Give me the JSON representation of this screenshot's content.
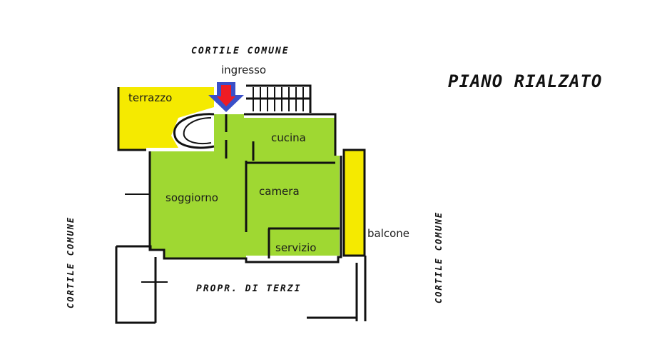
{
  "title": "PIANO RIALZATO",
  "colors": {
    "interior": "#9fd832",
    "exterior_area": "#f5ea00",
    "walls": "#111111",
    "entry_arrow_outer": "#3a50c8",
    "entry_arrow_inner": "#ee1c24"
  },
  "labels": {
    "courtyard_top": "CORTILE COMUNE",
    "courtyard_left": "CORTILE COMUNE",
    "courtyard_right": "CORTILE COMUNE",
    "entrance": "ingresso",
    "third_party": "PROPR. DI TERZI"
  },
  "rooms": [
    {
      "name": "terrazzo",
      "type": "exterior"
    },
    {
      "name": "cucina",
      "type": "interior"
    },
    {
      "name": "soggiorno",
      "type": "interior"
    },
    {
      "name": "camera",
      "type": "interior"
    },
    {
      "name": "servizio",
      "type": "interior"
    },
    {
      "name": "balcone",
      "type": "exterior"
    }
  ]
}
